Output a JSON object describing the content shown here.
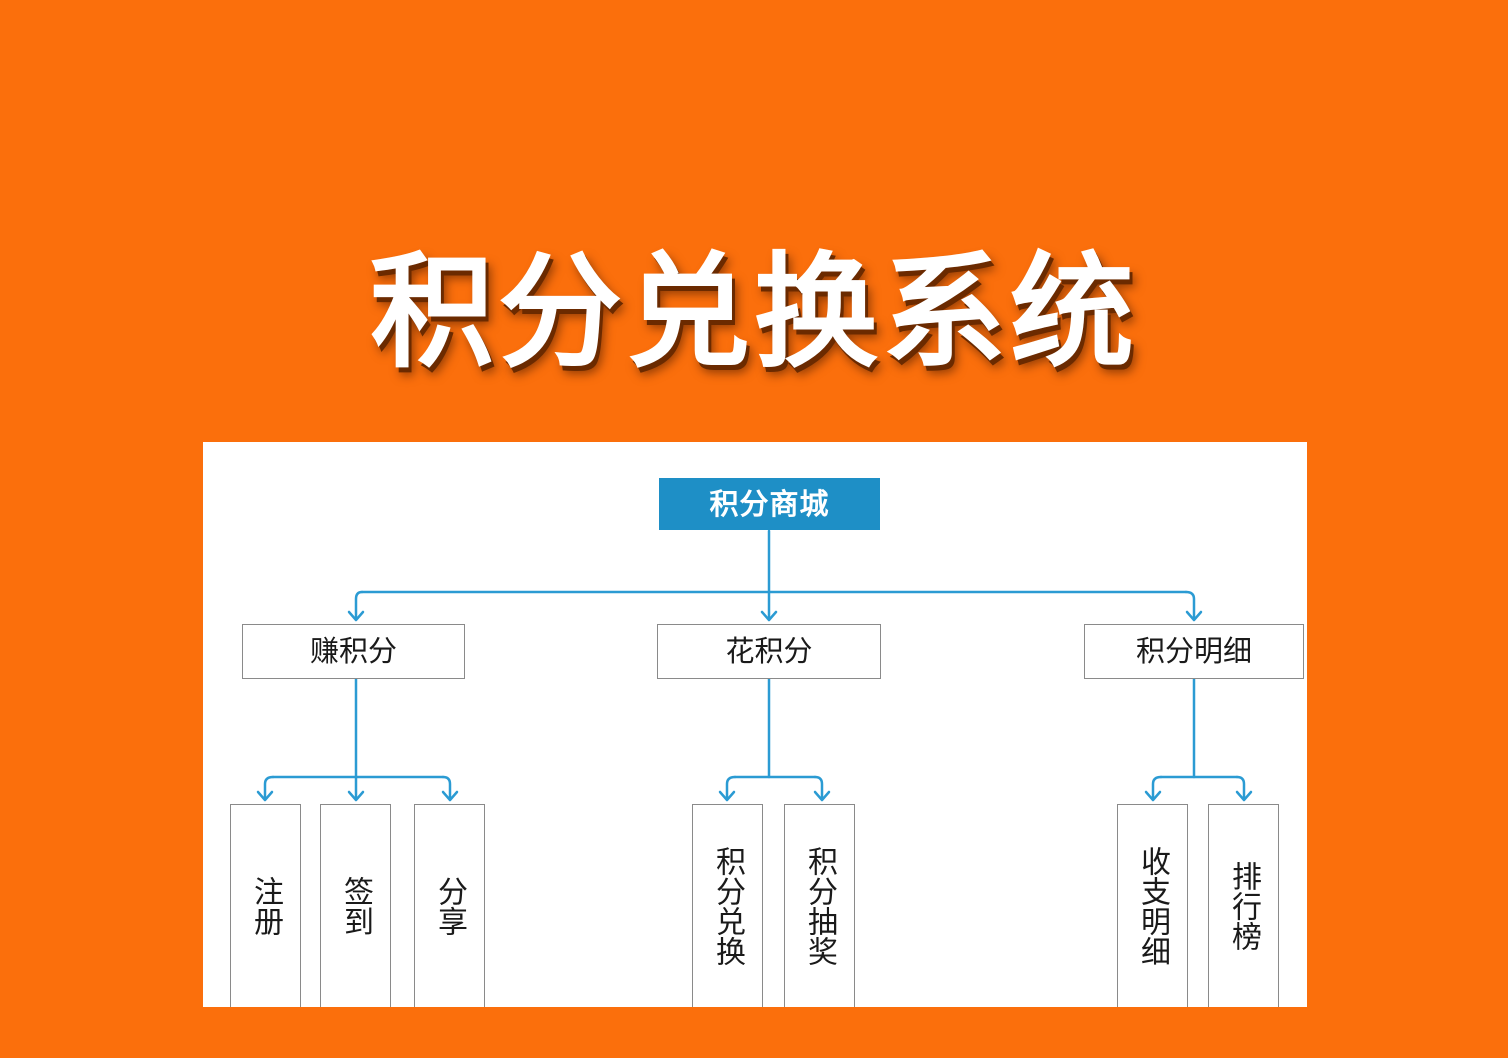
{
  "title": "积分兑换系统",
  "colors": {
    "background": "#fb6f0c",
    "title_text": "#ffffff",
    "root_fill": "#1e8fc6",
    "connector": "#2b9bd3",
    "box_border": "#8a8a8a"
  },
  "diagram": {
    "root": {
      "label": "积分商城"
    },
    "categories": [
      {
        "label": "赚积分",
        "children": [
          {
            "label": "注册"
          },
          {
            "label": "签到"
          },
          {
            "label": "分享"
          }
        ]
      },
      {
        "label": "花积分",
        "children": [
          {
            "label": "积分兑换"
          },
          {
            "label": "积分抽奖"
          }
        ]
      },
      {
        "label": "积分明细",
        "children": [
          {
            "label": "收支明细"
          },
          {
            "label": "排行榜"
          }
        ]
      }
    ]
  }
}
